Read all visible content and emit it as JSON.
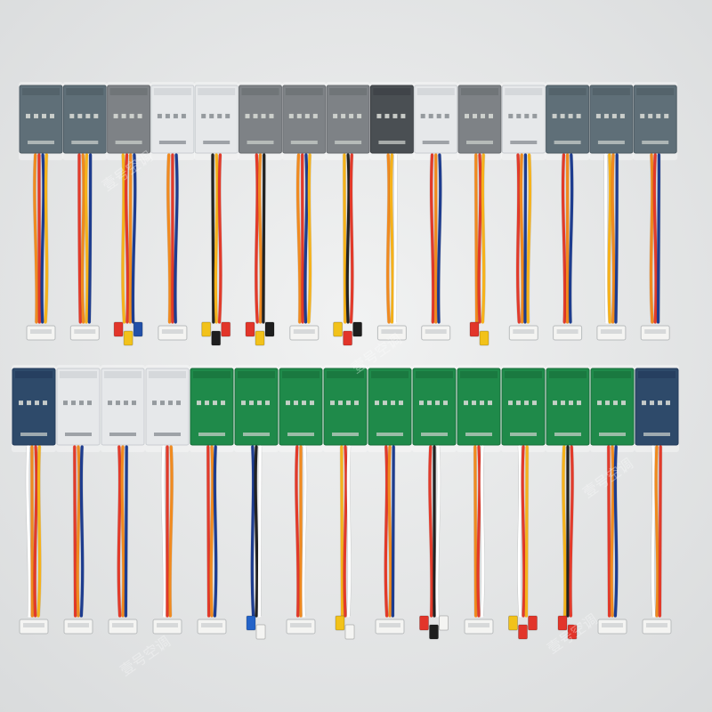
{
  "photo": {
    "subject": "wire-harness-test-cards",
    "background": "#e7e8e8",
    "watermark": "壹号空调",
    "rows": [
      {
        "cards": [
          {
            "board": "slate",
            "wires": [
              "#f08a1f",
              "#e23a2a",
              "#1d3c8f",
              "#f6b21b"
            ],
            "plug": "white"
          },
          {
            "board": "slate",
            "wires": [
              "#e23a2a",
              "#f08a1f",
              "#f6b21b",
              "#1d3c8f"
            ],
            "plug": "white"
          },
          {
            "board": "gray",
            "wires": [
              "#f6b21b",
              "#e23a2a",
              "#f08a1f",
              "#1d3c8f"
            ],
            "plug": "red-yellow-blue"
          },
          {
            "board": "light",
            "wires": [
              "#f08a1f",
              "#e23a2a",
              "#1d3c8f"
            ],
            "plug": "white"
          },
          {
            "board": "light",
            "wires": [
              "#222222",
              "#f6b21b",
              "#e23a2a"
            ],
            "plug": "yellow-black-red"
          },
          {
            "board": "gray",
            "wires": [
              "#e23a2a",
              "#f08a1f",
              "#222222"
            ],
            "plug": "red-yellow-black"
          },
          {
            "board": "gray",
            "wires": [
              "#f08a1f",
              "#e23a2a",
              "#1d3c8f",
              "#f6b21b"
            ],
            "plug": "white"
          },
          {
            "board": "gray",
            "wires": [
              "#f6b21b",
              "#222222",
              "#e23a2a"
            ],
            "plug": "yellow-red-black"
          },
          {
            "board": "dark",
            "wires": [
              "#f08a1f",
              "#f6b21b",
              "#ffffff"
            ],
            "plug": "white"
          },
          {
            "board": "light",
            "wires": [
              "#e23a2a",
              "#f08a1f",
              "#1d3c8f"
            ],
            "plug": "white"
          },
          {
            "board": "gray",
            "wires": [
              "#f08a1f",
              "#e23a2a",
              "#f6b21b"
            ],
            "plug": "red-yellow"
          },
          {
            "board": "light",
            "wires": [
              "#e23a2a",
              "#f08a1f",
              "#1d3c8f",
              "#f6b21b"
            ],
            "plug": "white"
          },
          {
            "board": "slate",
            "wires": [
              "#e23a2a",
              "#f08a1f",
              "#1d3c8f"
            ],
            "plug": "white"
          },
          {
            "board": "slate",
            "wires": [
              "#ffffff",
              "#f6b21b",
              "#f08a1f",
              "#1d3c8f"
            ],
            "plug": "white"
          },
          {
            "board": "slate",
            "wires": [
              "#f08a1f",
              "#e23a2a",
              "#1d3c8f"
            ],
            "plug": "white"
          }
        ]
      },
      {
        "cards": [
          {
            "board": "navy",
            "wires": [
              "#ffffff",
              "#f08a1f",
              "#e23a2a",
              "#f6b21b"
            ],
            "plug": "white"
          },
          {
            "board": "light",
            "wires": [
              "#e23a2a",
              "#f08a1f",
              "#1d3c8f"
            ],
            "plug": "white"
          },
          {
            "board": "light",
            "wires": [
              "#e23a2a",
              "#f08a1f",
              "#1d3c8f"
            ],
            "plug": "white"
          },
          {
            "board": "light",
            "wires": [
              "#ffffff",
              "#e23a2a",
              "#f08a1f"
            ],
            "plug": "white"
          },
          {
            "board": "green",
            "wires": [
              "#e23a2a",
              "#f08a1f",
              "#1d3c8f"
            ],
            "plug": "white"
          },
          {
            "board": "green",
            "wires": [
              "#1d3c8f",
              "#222222",
              "#ffffff"
            ],
            "plug": "blue-white"
          },
          {
            "board": "green",
            "wires": [
              "#e23a2a",
              "#f08a1f",
              "#ffffff"
            ],
            "plug": "white"
          },
          {
            "board": "green",
            "wires": [
              "#f6b21b",
              "#e23a2a",
              "#ffffff"
            ],
            "plug": "yellow-white"
          },
          {
            "board": "green",
            "wires": [
              "#e23a2a",
              "#f08a1f",
              "#1d3c8f"
            ],
            "plug": "white"
          },
          {
            "board": "green",
            "wires": [
              "#e23a2a",
              "#222222",
              "#ffffff"
            ],
            "plug": "red-black"
          },
          {
            "board": "green",
            "wires": [
              "#f08a1f",
              "#e23a2a",
              "#ffffff"
            ],
            "plug": "white"
          },
          {
            "board": "green",
            "wires": [
              "#ffffff",
              "#e23a2a",
              "#f6b21b"
            ],
            "plug": "yellow-red"
          },
          {
            "board": "green",
            "wires": [
              "#f6b21b",
              "#222222",
              "#e23a2a"
            ],
            "plug": "red"
          },
          {
            "board": "green",
            "wires": [
              "#e23a2a",
              "#f08a1f",
              "#1d3c8f"
            ],
            "plug": "white"
          },
          {
            "board": "navy",
            "wires": [
              "#ffffff",
              "#f08a1f",
              "#e23a2a"
            ],
            "plug": "white"
          }
        ]
      }
    ]
  }
}
